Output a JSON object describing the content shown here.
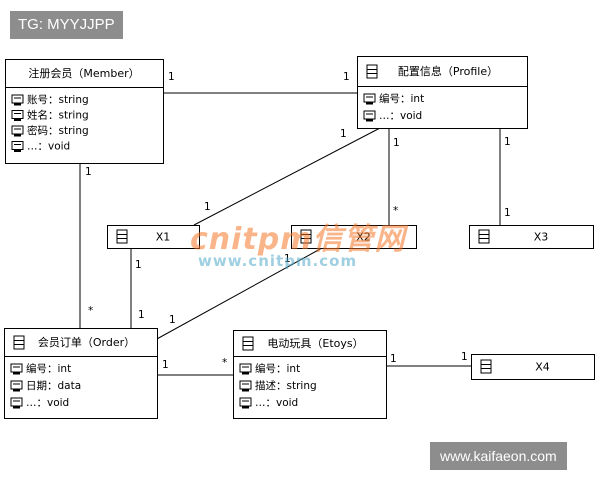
{
  "tags": {
    "top": "TG: MYYJJPP",
    "bottom": "www.kaifaeon.com"
  },
  "watermark": {
    "main": "cnitpm信管网",
    "url": "www.cnitpm.com",
    "main_color": "#f47828",
    "url_color": "#50aac8"
  },
  "colors": {
    "line": "#000000",
    "background": "#ffffff",
    "tag_background": "#8d8d8d"
  },
  "classes": {
    "member": {
      "title": "注册会员（Member）",
      "attributes": [
        "账号：string",
        "姓名：string",
        "密码：string",
        "…：void"
      ]
    },
    "profile": {
      "title": "配置信息（Profile）",
      "attributes": [
        "编号：int",
        "…：void"
      ]
    },
    "x1": {
      "title": "X1"
    },
    "x2": {
      "title": "X2"
    },
    "x3": {
      "title": "X3"
    },
    "order": {
      "title": "会员订单（Order）",
      "attributes": [
        "编号：int",
        "日期：data",
        "…：void"
      ]
    },
    "etoys": {
      "title": "电动玩具（Etoys）",
      "attributes": [
        "编号：int",
        "描述：string",
        "…：void"
      ]
    },
    "x4": {
      "title": "X4"
    }
  },
  "multiplicities": {
    "member_profile_member": "1",
    "member_profile_profile": "1",
    "profile_x1_profile": "1",
    "profile_x1_x1": "1",
    "profile_x2_profile": "1",
    "profile_x2_x2": "*",
    "profile_x3_profile": "1",
    "profile_x3_x3": "1",
    "member_order_member": "1",
    "member_order_order": "*",
    "x1_order_x1": "1",
    "x1_order_order": "1",
    "x2_order_x2": "1",
    "x2_order_order": "1",
    "order_etoys_order": "1",
    "order_etoys_etoys": "*",
    "etoys_x4_etoys": "1",
    "etoys_x4_x4": "1"
  }
}
